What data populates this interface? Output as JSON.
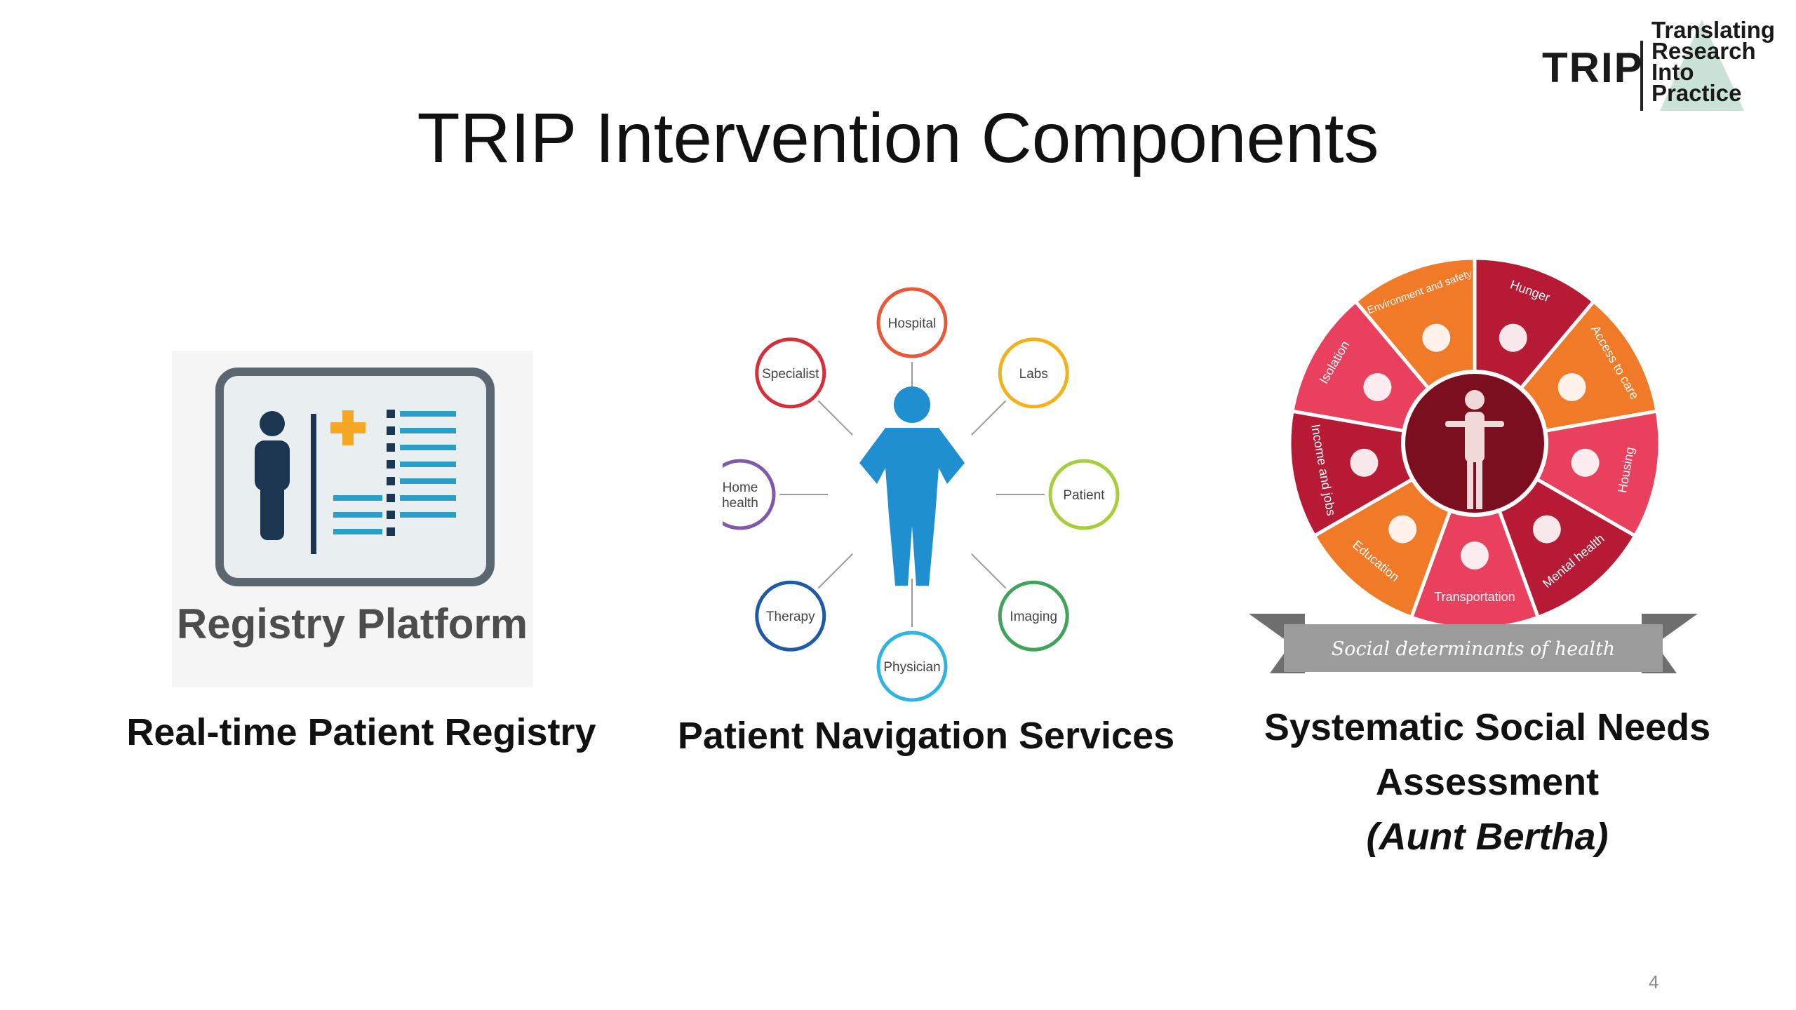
{
  "logo": {
    "abbr": "TRIP",
    "lines": [
      "Translating",
      "Research",
      "Into",
      "Practice"
    ]
  },
  "title": "TRIP Intervention Components",
  "registry": {
    "image_label": "Registry Platform",
    "caption": "Real-time Patient Registry"
  },
  "navigation": {
    "center": "",
    "nodes": [
      "Hospital",
      "Labs",
      "Patient",
      "Imaging",
      "Physician",
      "Therapy",
      "Home health",
      "Specialist"
    ],
    "node_colors": [
      "#e8583a",
      "#f2b21b",
      "#a7cf3b",
      "#3fa35a",
      "#2fb5dd",
      "#1f5aa6",
      "#7e5aa8",
      "#d62f3a"
    ],
    "caption": "Patient Navigation Services"
  },
  "social": {
    "segments": [
      "Hunger",
      "Access to care",
      "Housing",
      "Mental health",
      "Transportation",
      "Education",
      "Income and jobs",
      "Isolation",
      "Environment and safety"
    ],
    "ribbon": "Social determinants of health",
    "caption_line1": "Systematic Social Needs",
    "caption_line2": "Assessment",
    "caption_line3": "(Aunt Bertha)"
  },
  "page_number": "4"
}
